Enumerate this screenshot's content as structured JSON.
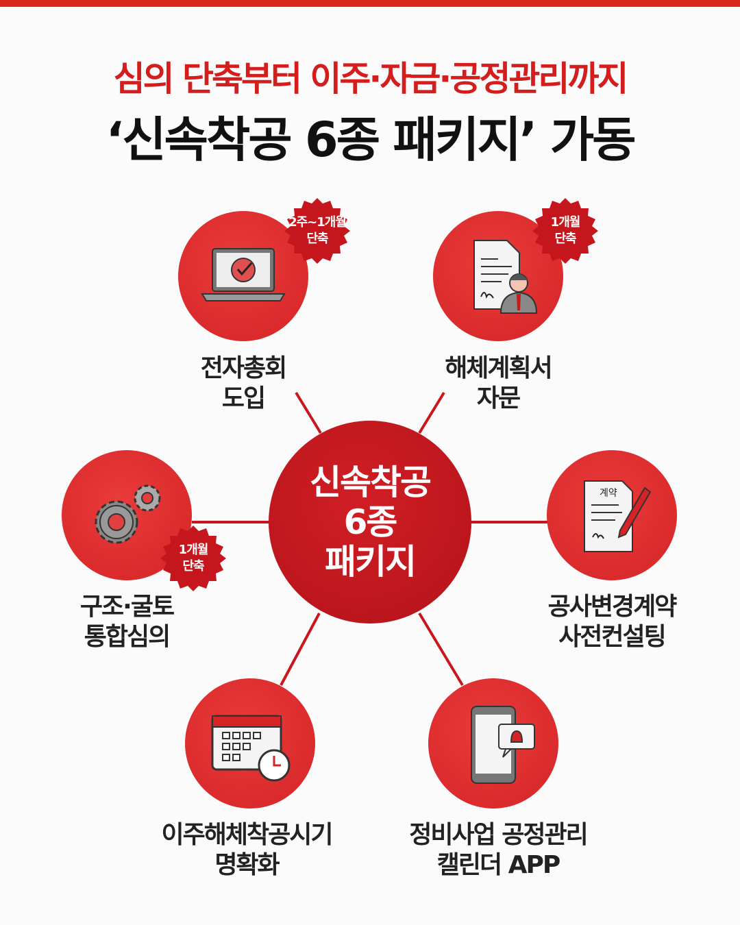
{
  "header": {
    "subtitle": "심의 단축부터 이주·자금·공정관리까지",
    "title": "‘신속착공 6종 패키지’ 가동"
  },
  "center": {
    "line1": "신속착공",
    "line2": "6종",
    "line3": "패키지"
  },
  "colors": {
    "accent": "#d9261c",
    "center": "#c0161b",
    "badge": "#c4161c"
  },
  "nodes": [
    {
      "icon": "laptop-check-icon",
      "line1": "전자총회",
      "line2": "도입",
      "badge1": "2주~1개월",
      "badge2": "단축"
    },
    {
      "icon": "document-consultant-icon",
      "line1": "해체계획서",
      "line2": "자문",
      "badge1": "1개월",
      "badge2": "단축"
    },
    {
      "icon": "gears-icon",
      "line1": "구조·굴토",
      "line2": "통합심의",
      "badge1": "1개월",
      "badge2": "단축"
    },
    {
      "icon": "contract-pen-icon",
      "line1": "공사변경계약",
      "line2": "사전컨설팅",
      "doc_text": "계약"
    },
    {
      "icon": "calendar-clock-icon",
      "line1": "이주해체착공시기",
      "line2": "명확화"
    },
    {
      "icon": "phone-bell-icon",
      "line1": "정비사업 공정관리",
      "line2": "캘린더 APP"
    }
  ]
}
